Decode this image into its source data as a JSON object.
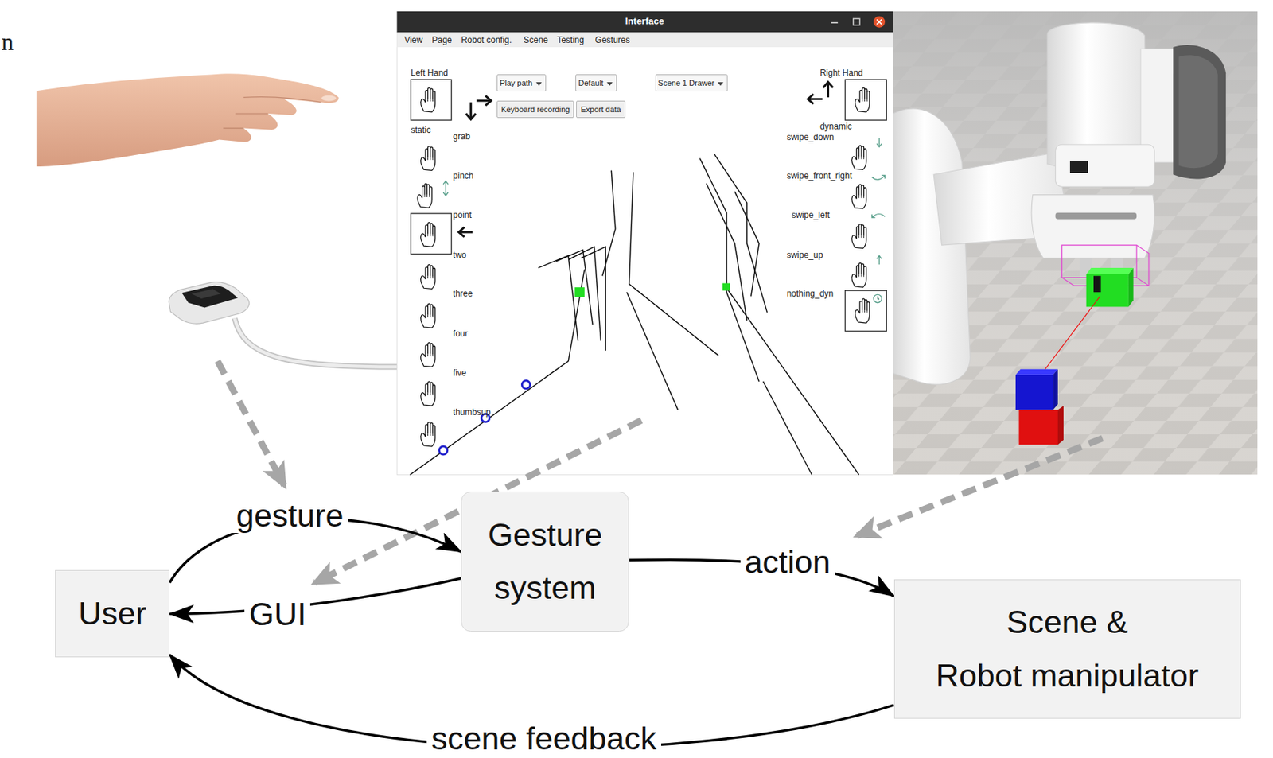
{
  "diagram": {
    "nodes": [
      {
        "text": [
          "User"
        ]
      },
      {
        "text": [
          "Gesture system"
        ]
      },
      {
        "text": [
          "Scene & Robot manipulator"
        ]
      }
    ],
    "edges": [
      {
        "from": 0,
        "to": 1,
        "label": "gesture",
        "arrow": "to"
      },
      {
        "from": 1,
        "to": 0,
        "label": "GUI",
        "arrow": "to"
      },
      {
        "from": 1,
        "to": 2,
        "label": "action",
        "arrow": "to"
      },
      {
        "from": 2,
        "to": 0,
        "label": "scene feedback",
        "arrow": "to"
      }
    ],
    "labels": [
      "n",
      "Interface",
      "View",
      "Page",
      "Robot config.",
      "Scene",
      "Testing",
      "Gestures",
      "Left Hand",
      "Play path",
      "Default",
      "Scene 1 Drawer",
      "Keyboard recording",
      "Export data",
      "Right Hand",
      "static",
      "grab",
      "pinch",
      "point",
      "two",
      "three",
      "four",
      "five",
      "thumbsup",
      "dynamic",
      "swipe_down",
      "swipe_front_right",
      "swipe_left",
      "swipe_up",
      "nothing_dyn"
    ]
  }
}
